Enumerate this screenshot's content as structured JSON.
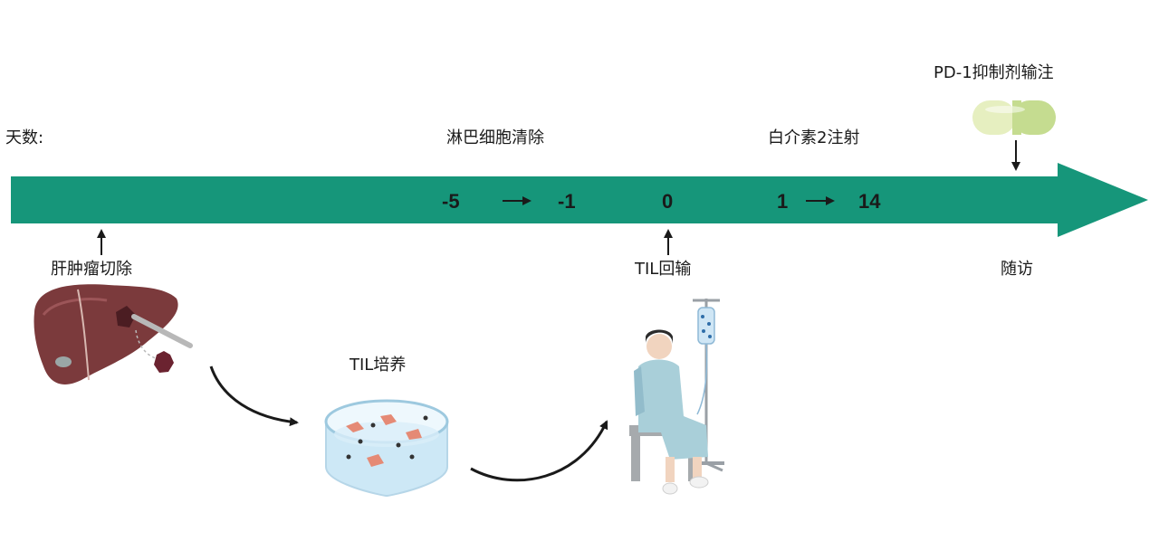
{
  "timeline": {
    "axis_label": "天数:",
    "color": "#16967a",
    "phases": {
      "lymphodepletion": "淋巴细胞清除",
      "il2": "白介素2注射",
      "pd1": "PD-1抑制剂输注"
    },
    "days": {
      "d_minus5": "-5",
      "d_minus1": "-1",
      "d_zero": "0",
      "d_one": "1",
      "d_fourteen": "14"
    },
    "events": {
      "resection": "肝肿瘤切除",
      "reinfusion": "TIL回输",
      "follow_up": "随访",
      "culture": "TIL培养"
    }
  },
  "icons": {
    "liver": "liver-icon",
    "dish": "petri-dish-icon",
    "patient": "patient-infusion-icon",
    "capsule": "capsule-icon"
  },
  "colors": {
    "liver": "#7b3a3c",
    "capsule_light": "#e6efc0",
    "capsule_dark": "#c5dc90",
    "dish_water": "#cde8f6",
    "gown": "#a9cfd9"
  }
}
